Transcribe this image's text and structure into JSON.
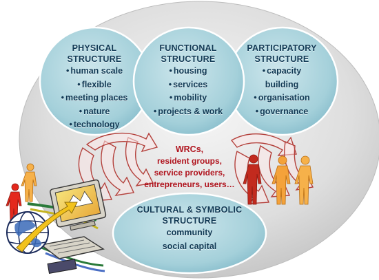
{
  "structures": {
    "physical": {
      "title_lines": [
        "PHYSICAL",
        "STRUCTURE"
      ],
      "items": [
        "human scale",
        "flexible",
        "meeting places",
        "nature",
        "technology"
      ]
    },
    "functional": {
      "title_lines": [
        "FUNCTIONAL",
        "STRUCTURE"
      ],
      "items": [
        "housing",
        "services",
        "mobility",
        "projects & work"
      ]
    },
    "participatory": {
      "title_lines": [
        "PARTICIPATORY",
        "STRUCTURE"
      ],
      "items": [
        "capacity",
        "building",
        "organisation",
        "governance"
      ],
      "bullet_flags": [
        true,
        false,
        true,
        true
      ]
    },
    "cultural": {
      "title_lines": [
        "CULTURAL & SYMBOLIC",
        "STRUCTURE"
      ],
      "items": [
        "community",
        "social capital"
      ]
    }
  },
  "actors": {
    "lines": [
      "WRCs,",
      "resident groups,",
      "service providers,",
      "entrepreneurs, users…"
    ]
  },
  "colors": {
    "background_ellipse": "#d9d9d9",
    "circle_fill": "#a9d3dc",
    "structure_text": "#123a55",
    "actor_text": "#b0141e",
    "arrow_outline": "#b4413c"
  },
  "icons": {
    "left_people": "people-figures-icon",
    "computer": "computer-network-icon",
    "right_people": "people-figures-icon",
    "arrows": "circular-arrows-icon"
  }
}
